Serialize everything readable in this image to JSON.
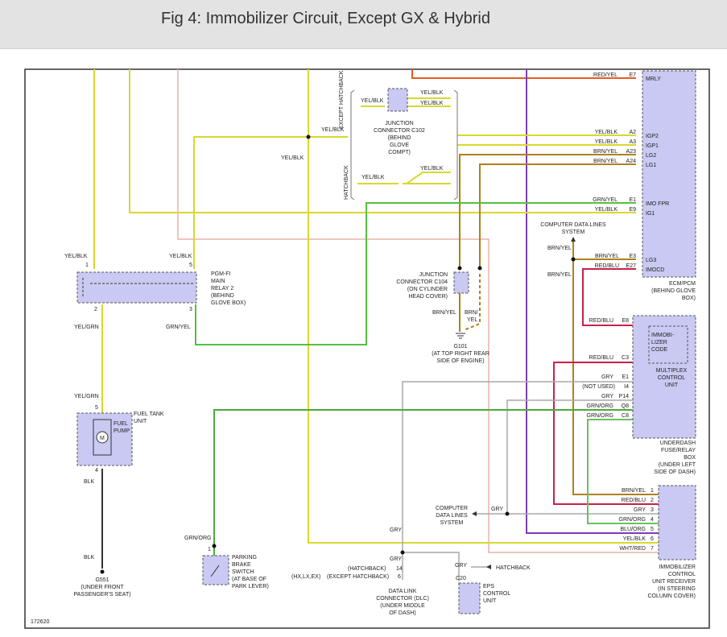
{
  "header": {
    "title": "Fig 4: Immobilizer Circuit, Except GX & Hybrid"
  },
  "figure_id": "172620",
  "colors": {
    "yel_blk": "#d8d830",
    "red_yel": "#e85a20",
    "violet": "#7b3fb0",
    "pink": "#e8b4a8",
    "grn_yel": "#55c040",
    "brn_yel": "#b0801a",
    "red_blu": "#c8204a",
    "gry": "#a8a8a8",
    "grn_org": "#4aaa3a",
    "blu_org": "#6ac060",
    "blk": "#333333",
    "box": "#c9c9f3"
  },
  "labels": {
    "ecm": [
      "ECM/PCM",
      "(BEHIND GLOVE",
      "BOX)"
    ],
    "ecm_pins": [
      "MRLY",
      "IGP2",
      "IGP1",
      "LG2",
      "LG1",
      "IMO FPR",
      "IG1",
      "LG3",
      "IMOCD"
    ],
    "ecm_pin_ids": [
      "E7",
      "A2",
      "A3",
      "A23",
      "A24",
      "E1",
      "E9",
      "E3",
      "E27"
    ],
    "ecm_wires": [
      "RED/YEL",
      "YEL/BLK",
      "YEL/BLK",
      "BRN/YEL",
      "BRN/YEL",
      "GRN/YEL",
      "YEL/BLK",
      "BRN/YEL",
      "RED/BLU"
    ],
    "jc102": [
      "JUNCTION",
      "CONNECTOR C102",
      "(BEHIND",
      "GLOVE",
      "COMPT)"
    ],
    "except_hatchback": "EXCEPT HATCHBACK",
    "hatchback_vert": "HATCHBACK",
    "jc104": [
      "JUNCTION",
      "CONNECTOR C104",
      "(ON CYLINDER",
      "HEAD COVER)"
    ],
    "g101": [
      "G101",
      "(AT TOP RIGHT REAR",
      "SIDE OF ENGINE)"
    ],
    "cdls_top": [
      "COMPUTER DATA LINES",
      "SYSTEM"
    ],
    "relay": [
      "PGM-FI",
      "MAIN",
      "RELAY 2",
      "(BEHIND",
      "GLOVE BOX)"
    ],
    "fuel_tank": [
      "FUEL TANK",
      "UNIT"
    ],
    "fuel_pump": [
      "FUEL",
      "PUMP"
    ],
    "motor": "M",
    "g551": [
      "G551",
      "(UNDER FRONT",
      "PASSENGER'S SEAT)"
    ],
    "brake": [
      "PARKING",
      "BRAKE",
      "SWITCH",
      "(AT BASE OF",
      "PARK LEVER)"
    ],
    "immob_code": [
      "IMMOBI-",
      "LIZER",
      "CODE"
    ],
    "multiplex": [
      "MULTIPLEX",
      "CONTROL",
      "UNIT"
    ],
    "underdash": [
      "UNDERDASH",
      "FUSE/RELAY",
      "BOX",
      "(UNDER LEFT",
      "SIDE OF DASH)"
    ],
    "mux_pins": [
      "E8",
      "C3",
      "E1",
      "I4",
      "P14",
      "Q8",
      "C8"
    ],
    "mux_wires": [
      "RED/BLU",
      "RED/BLU",
      "GRY",
      "(NOT USED)",
      "GRY",
      "GRN/ORG",
      "GRN/ORG"
    ],
    "icu": [
      "IMMOBILIZER",
      "CONTROL",
      "UNIT RECEIVER",
      "(IN STEERING",
      "COLUMN COVER)"
    ],
    "icu_wires": [
      "BRN/YEL",
      "RED/BLU",
      "GRY",
      "GRN/ORG",
      "BLU/ORG",
      "YEL/BLK",
      "WHT/RED"
    ],
    "icu_pins": [
      "1",
      "2",
      "3",
      "4",
      "5",
      "6",
      "7"
    ],
    "cdls_bottom": [
      "COMPUTER",
      "DATA LINES",
      "SYSTEM"
    ],
    "dlc": [
      "DATA LINK",
      "CONNECTOR (DLC)",
      "(UNDER MIDDLE",
      "OF DASH)"
    ],
    "dlc_hatch": "(HATCHBACK)",
    "dlc_except": "(EXCEPT HATCHBACK)",
    "dlc_models": "(HX,LX,EX)",
    "eps": [
      "EPS",
      "CONTROL",
      "UNIT"
    ],
    "eps_conn": "C20",
    "hatchback_arrow": "HATCHBACK",
    "wire_yelblk": "YEL/BLK",
    "wire_yelgrn": "YEL/GRN",
    "wire_grnyel": "GRN/YEL",
    "wire_blk": "BLK",
    "wire_grnorg": "GRN/ORG",
    "wire_gry": "GRY",
    "wire_brnyel": "BRN/YEL",
    "wire_brn_split": [
      "BRN/",
      "YEL"
    ],
    "pins": [
      "1",
      "2",
      "3",
      "4",
      "5",
      "14",
      "6"
    ]
  }
}
